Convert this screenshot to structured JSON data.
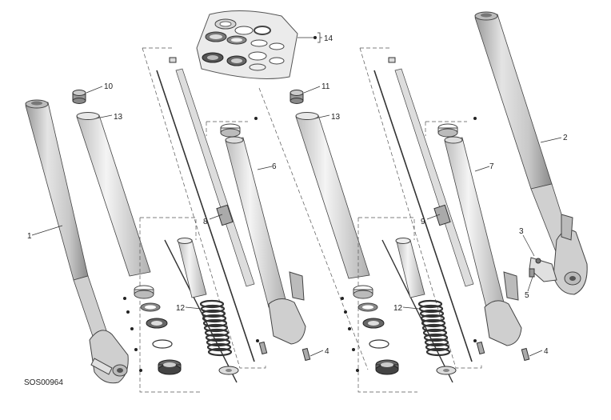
{
  "diagram": {
    "code": "SOS00964",
    "callouts": [
      {
        "id": "c1",
        "text": "1"
      },
      {
        "id": "c2",
        "text": "2"
      },
      {
        "id": "c3",
        "text": "3"
      },
      {
        "id": "c4a",
        "text": "4"
      },
      {
        "id": "c4b",
        "text": "4"
      },
      {
        "id": "c5",
        "text": "5"
      },
      {
        "id": "c6",
        "text": "6"
      },
      {
        "id": "c7",
        "text": "7"
      },
      {
        "id": "c8",
        "text": "8"
      },
      {
        "id": "c9",
        "text": "9"
      },
      {
        "id": "c10",
        "text": "10"
      },
      {
        "id": "c11",
        "text": "11"
      },
      {
        "id": "c12a",
        "text": "12"
      },
      {
        "id": "c12b",
        "text": "12"
      },
      {
        "id": "c13a",
        "text": "13"
      },
      {
        "id": "c13b",
        "text": "13"
      },
      {
        "id": "c14",
        "text": "14"
      }
    ]
  }
}
